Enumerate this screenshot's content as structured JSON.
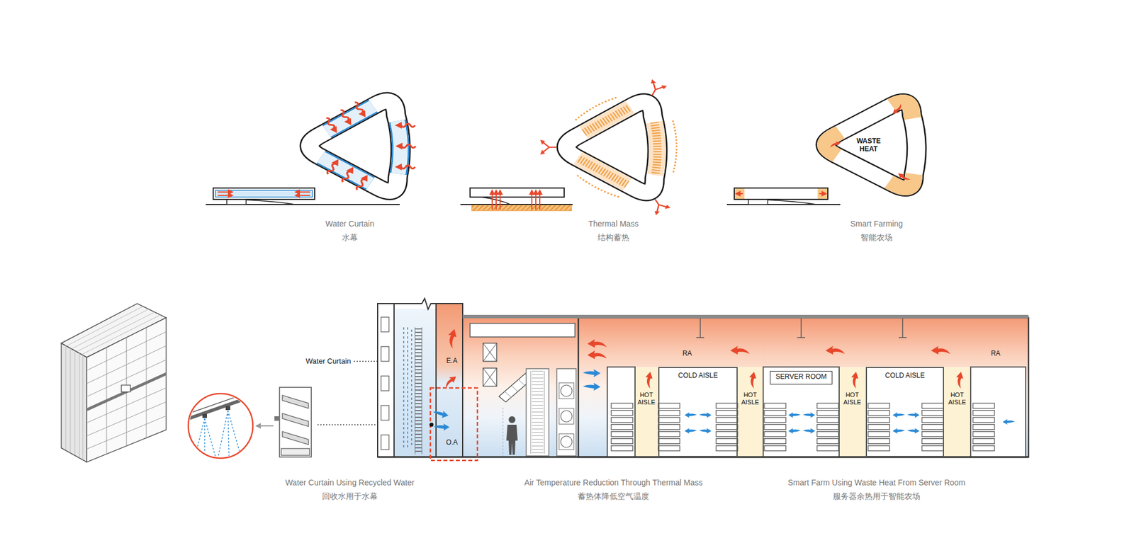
{
  "diagram": {
    "nodes": [
      {
        "text": [
          "COLD AISLE"
        ]
      },
      {
        "text": [
          "SERVER ROOM"
        ]
      },
      {
        "text": [
          "COLD AISLE"
        ]
      }
    ],
    "labels": [
      "WASTE HEAT",
      "Water Curtain",
      "水幕",
      "Thermal Mass",
      "结构蓄热",
      "Smart Farming",
      "智能农场",
      "E.A",
      "Water Curtain",
      "RA",
      "RA",
      "HOT AISLE",
      "HOT AISLE",
      "HOT AISLE",
      "HOT AISLE",
      "O.A",
      "Water Curtain Using Recycled Water",
      "回收水用于水幕",
      "Air Temperature Reduction Through Thermal Mass",
      "蓄热体降低空气温度",
      "Smart Farm Using Waste Heat From Server Room",
      "服务器余热用于智能农场"
    ]
  }
}
